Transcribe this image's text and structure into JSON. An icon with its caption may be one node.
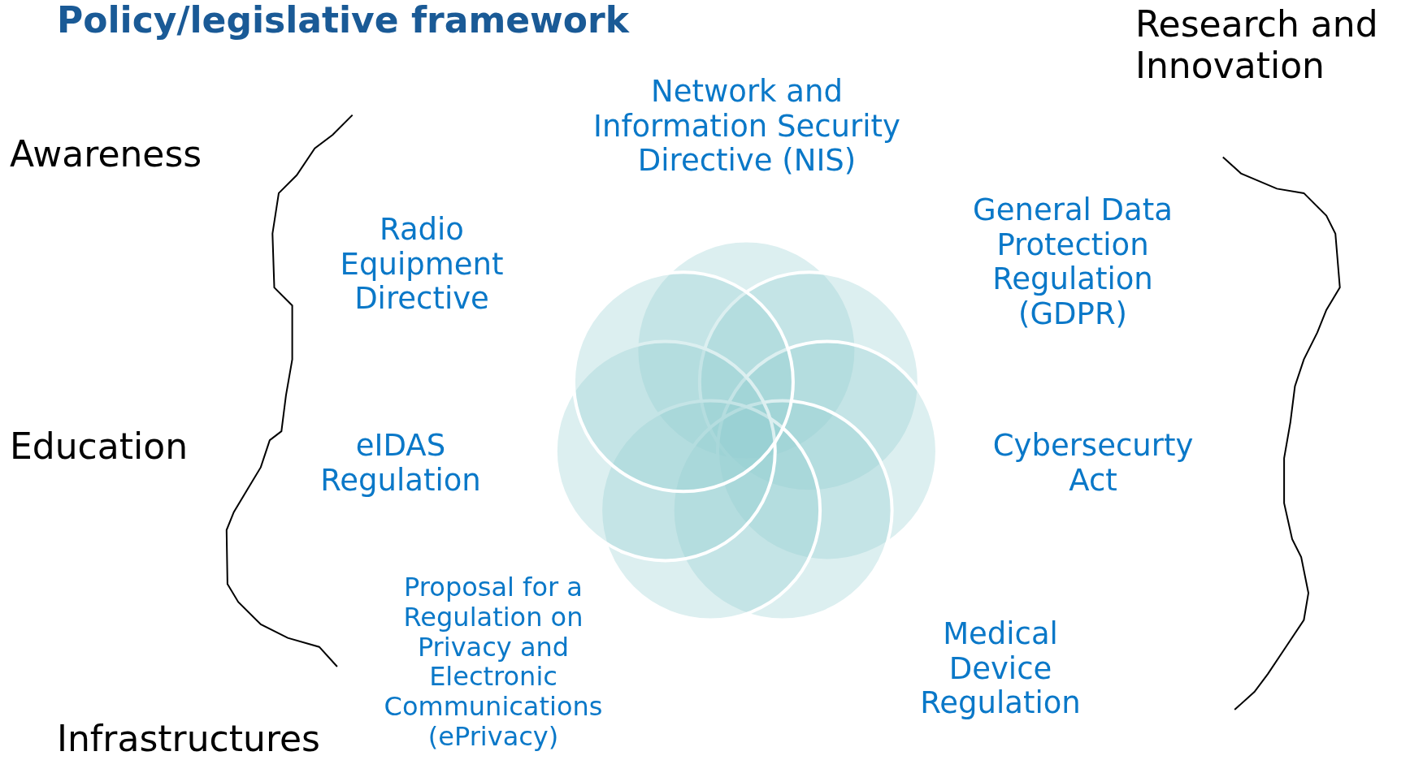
{
  "diagram": {
    "title": "Policy/legislative framework",
    "labels": [
      "Research and Innovation",
      "Awareness",
      "Network and Information Security Directive (NIS)",
      "General Data Protection Regulation (GDPR)",
      "Radio Equipment Directive",
      "Education",
      "eIDAS Regulation",
      "Cybersecurty Act",
      "Proposal for a Regulation on Privacy and Electronic Communications (ePrivacy)",
      "Medical Device Regulation",
      "Infrastructures"
    ]
  }
}
